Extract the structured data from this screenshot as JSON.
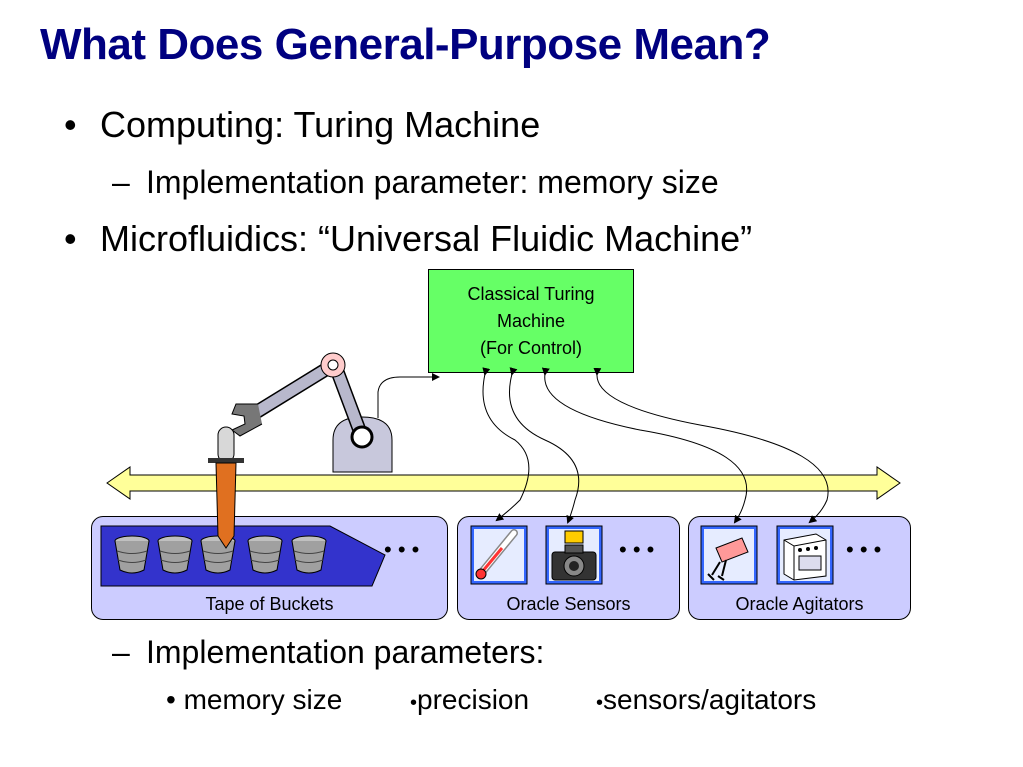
{
  "slide": {
    "title": "What Does General-Purpose Mean?",
    "bullets": [
      {
        "marker": "•",
        "text": "Computing:  Turing Machine"
      },
      {
        "marker": "–",
        "text": "Implementation parameter:  memory size"
      },
      {
        "marker": "•",
        "text": "Microfluidics:  “Universal Fluidic Machine”"
      },
      {
        "marker": "–",
        "text": "Implementation parameters:"
      }
    ],
    "sub_items": [
      "memory size",
      "precision",
      "sensors/agitators"
    ],
    "sub_marker": "•"
  },
  "diagram": {
    "controller": {
      "line1": "Classical Turing",
      "line2": "Machine",
      "line3": "(For Control)"
    },
    "panels": {
      "tape": "Tape of Buckets",
      "sensors": "Oracle Sensors",
      "agitators": "Oracle Agitators"
    },
    "ellipsis": "• • •",
    "icons": [
      "bucket-icon",
      "thermometer-icon",
      "camera-icon",
      "mixer-icon",
      "stove-icon",
      "robot-arm-icon",
      "pipette-icon"
    ],
    "colors": {
      "title": "#000080",
      "controller_fill": "#66ff66",
      "panel_fill": "#ccccff",
      "bus_fill": "#ffff99",
      "tape_fill": "#3333cc",
      "pipette": "#e07020"
    }
  }
}
